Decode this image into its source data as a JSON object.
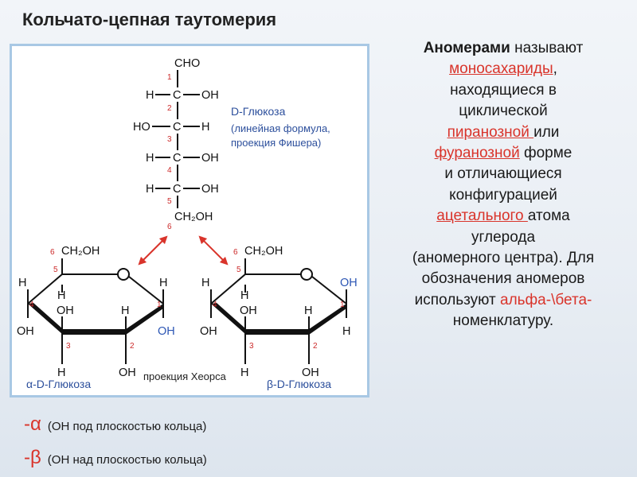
{
  "slide": {
    "title": "Кольчато-цепная таутомерия"
  },
  "figure": {
    "fischer": {
      "cho": "CHO",
      "rows": [
        {
          "left": "H",
          "center": "C",
          "right": "OH"
        },
        {
          "left": "HO",
          "center": "C",
          "right": "H"
        },
        {
          "left": "H",
          "center": "C",
          "right": "OH"
        },
        {
          "left": "H",
          "center": "C",
          "right": "OH"
        }
      ],
      "ch2oh": "CH₂OH",
      "numbers": [
        "1",
        "2",
        "3",
        "4",
        "5",
        "6"
      ]
    },
    "fischer_caption": {
      "name": "D-Глюкоза",
      "line2": "(линейная формула,",
      "line3": "проекция Фишера)"
    },
    "haworth_alpha": {
      "ch2oh": "CH₂OH",
      "o": "O",
      "c4_top": "H",
      "c4_bottom": "OH",
      "c5_h": "H",
      "c3_top": "OH",
      "c3_bottom": "H",
      "c2_top": "H",
      "c2_bottom": "OH",
      "c1_top": "H",
      "c1_bottom": "OH",
      "numbers": [
        "6",
        "5",
        "4",
        "3",
        "2",
        "1"
      ],
      "caption": "α-D-Глюкоза"
    },
    "haworth_beta": {
      "ch2oh": "CH₂OH",
      "o": "O",
      "c4_top": "H",
      "c4_bottom": "OH",
      "c5_h": "H",
      "c3_top": "OH",
      "c3_bottom": "H",
      "c2_top": "H",
      "c2_bottom": "OH",
      "c1_top": "OH",
      "c1_bottom": "H",
      "numbers": [
        "6",
        "5",
        "4",
        "3",
        "2",
        "1"
      ],
      "caption": "β-D-Глюкоза"
    },
    "haworth_caption": "проекция Хеорса",
    "colors": {
      "arrow": "#d9342b",
      "number": "#cc2a2a",
      "caption": "#2c4f9c",
      "frame": "#a8c8e4"
    }
  },
  "text_block": {
    "lines": [
      {
        "parts": [
          {
            "t": "Аномерами",
            "s": "bold"
          },
          {
            "t": " называют",
            "s": ""
          }
        ]
      },
      {
        "parts": [
          {
            "t": "моносахариды",
            "s": "red ul"
          },
          {
            "t": ",",
            "s": ""
          }
        ]
      },
      {
        "parts": [
          {
            "t": "находящиеся в",
            "s": ""
          }
        ]
      },
      {
        "parts": [
          {
            "t": "циклической",
            "s": ""
          }
        ]
      },
      {
        "parts": [
          {
            "t": "пиранозной ",
            "s": "red ul"
          },
          {
            "t": "или",
            "s": ""
          }
        ]
      },
      {
        "parts": [
          {
            "t": "фуранозной",
            "s": "red ul"
          },
          {
            "t": " форме",
            "s": ""
          }
        ]
      },
      {
        "parts": [
          {
            "t": "и отличающиеся",
            "s": ""
          }
        ]
      },
      {
        "parts": [
          {
            "t": "конфигурацией",
            "s": ""
          }
        ]
      },
      {
        "parts": [
          {
            "t": "ацетального ",
            "s": "red ul"
          },
          {
            "t": "атома",
            "s": ""
          }
        ]
      },
      {
        "parts": [
          {
            "t": "углерода",
            "s": ""
          }
        ]
      },
      {
        "parts": [
          {
            "t": "(аномерного центра). Для",
            "s": ""
          }
        ]
      },
      {
        "parts": [
          {
            "t": "обозначения аномеров",
            "s": ""
          }
        ]
      },
      {
        "parts": [
          {
            "t": "используют ",
            "s": ""
          },
          {
            "t": "альфа-\\бета-",
            "s": "red"
          }
        ]
      },
      {
        "parts": [
          {
            "t": "номенклатуру.",
            "s": ""
          }
        ]
      }
    ],
    "accent_color": "#d9342b"
  },
  "legend": {
    "alpha": {
      "symbol": "-α",
      "text": "(ОН под плоскостью кольца)"
    },
    "beta": {
      "symbol": "-β",
      "text": "(ОН над плоскостью кольца)"
    }
  }
}
